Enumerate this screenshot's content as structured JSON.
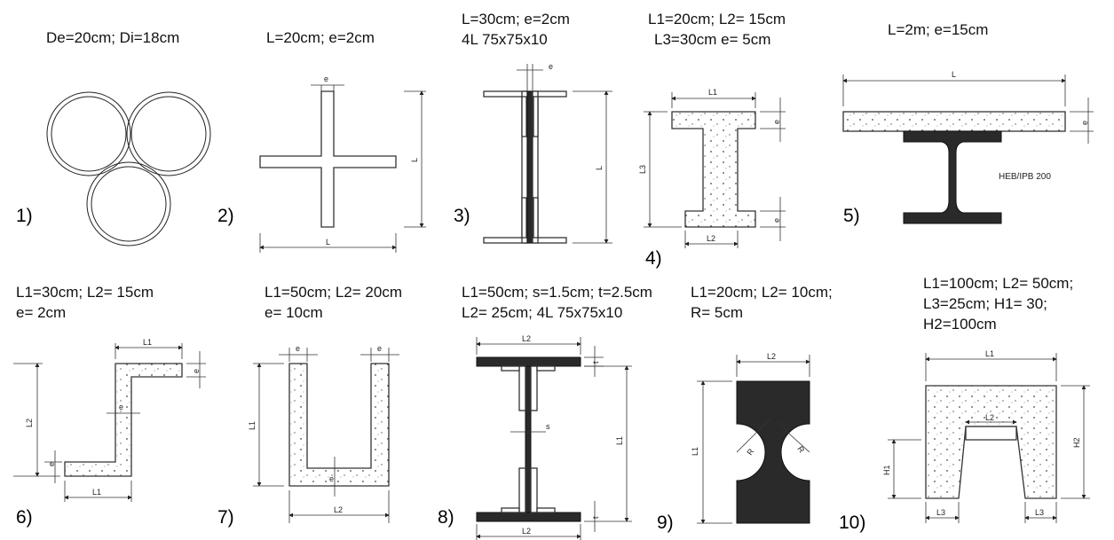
{
  "figures": [
    {
      "id": 1,
      "number": "1)",
      "spec": [
        "De=20cm; Di=18cm"
      ]
    },
    {
      "id": 2,
      "number": "2)",
      "spec": [
        "L=20cm; e=2cm"
      ],
      "dims": {
        "e": "e",
        "L_v": "L",
        "L_h": "L"
      }
    },
    {
      "id": 3,
      "number": "3)",
      "spec": [
        "L=30cm; e=2cm",
        "4L 75x75x10"
      ],
      "dims": {
        "e": "e",
        "L": "L"
      }
    },
    {
      "id": 4,
      "number": "4)",
      "spec": [
        "L1=20cm; L2= 15cm",
        "L3=30cm e= 5cm"
      ],
      "dims": {
        "L1": "L1",
        "L2": "L2",
        "L3": "L3",
        "e_top": "e",
        "e_bot": "e"
      }
    },
    {
      "id": 5,
      "number": "5)",
      "spec": [
        "L=2m; e=15cm"
      ],
      "dims": {
        "L": "L",
        "e": "e",
        "profile": "HEB/IPB 200"
      }
    },
    {
      "id": 6,
      "number": "6)",
      "spec": [
        "L1=30cm; L2= 15cm",
        "e= 2cm"
      ],
      "dims": {
        "L1_top": "L1",
        "L1_bot": "L1",
        "L2": "L2",
        "e1": "e",
        "e2": "e",
        "e3": "e"
      }
    },
    {
      "id": 7,
      "number": "7)",
      "spec": [
        "L1=50cm; L2= 20cm",
        "e= 10cm"
      ],
      "dims": {
        "e1": "e",
        "e2": "e",
        "e3": "e",
        "L1": "L1",
        "L2": "L2"
      }
    },
    {
      "id": 8,
      "number": "8)",
      "spec": [
        "L1=50cm; s=1.5cm; t=2.5cm",
        "L2= 25cm; 4L 75x75x10"
      ],
      "dims": {
        "L2_top": "L2",
        "L2_bot": "L2",
        "L1": "L1",
        "s": "s",
        "t1": "t",
        "t2": "t"
      }
    },
    {
      "id": 9,
      "number": "9)",
      "spec": [
        "L1=20cm; L2= 10cm;",
        "R= 5cm"
      ],
      "dims": {
        "L2": "L2",
        "L1": "L1",
        "R1": "R",
        "R2": "R"
      }
    },
    {
      "id": 10,
      "number": "10)",
      "spec": [
        "L1=100cm; L2= 50cm;",
        "L3=25cm; H1= 30;",
        "H2=100cm"
      ],
      "dims": {
        "L1": "L1",
        "L2": "L2",
        "H1": "H1",
        "H2": "H2",
        "L3a": "L3",
        "L3b": "L3"
      }
    }
  ]
}
